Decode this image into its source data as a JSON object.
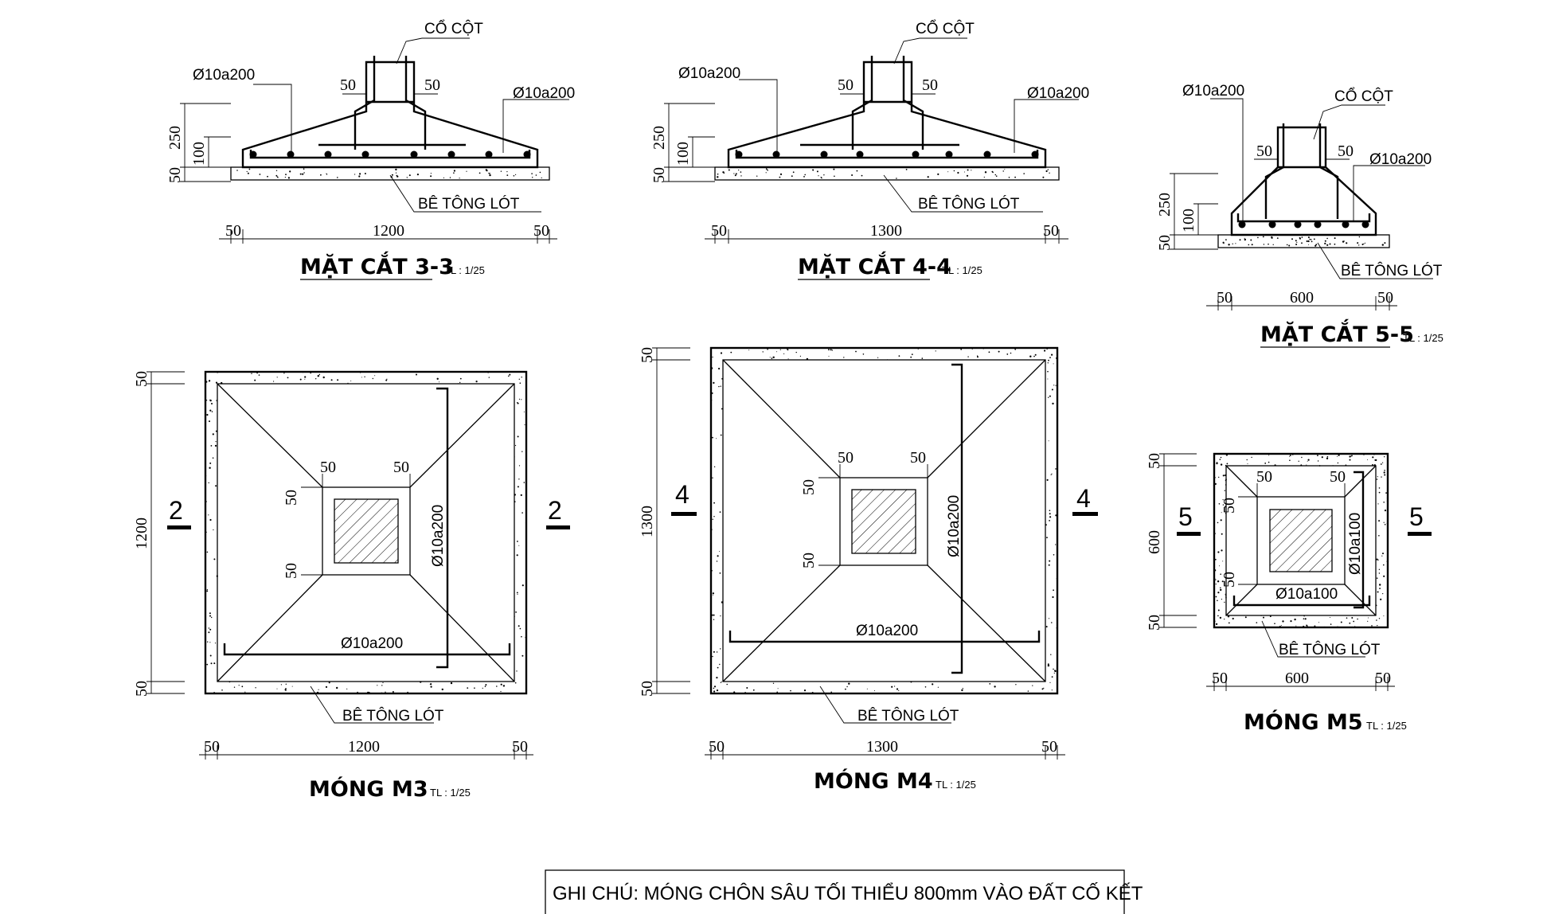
{
  "common": {
    "column_neck": "CỔ CỘT",
    "lean_concrete": "BÊ TÔNG LÓT",
    "scale": "TL : 1/25",
    "d50": "50",
    "d100": "100",
    "d250": "250"
  },
  "section_33": {
    "title": "MẶT CẮT 3-3",
    "width": "1200",
    "rebar_left": "Ø10a200",
    "rebar_right": "Ø10a200"
  },
  "section_44": {
    "title": "MẶT CẮT 4-4",
    "width": "1300",
    "rebar_left": "Ø10a200",
    "rebar_right": "Ø10a200"
  },
  "section_55": {
    "title": "MẶT CẮT 5-5",
    "width": "600",
    "rebar_left": "Ø10a200",
    "rebar_right": "Ø10a200"
  },
  "plan_m3": {
    "title": "MÓNG  M3",
    "size": "1200",
    "rebar_v": "Ø10a200",
    "rebar_h": "Ø10a200",
    "mark": "2"
  },
  "plan_m4": {
    "title": "MÓNG  M4",
    "size": "1300",
    "rebar_v": "Ø10a200",
    "rebar_h": "Ø10a200",
    "mark": "4"
  },
  "plan_m5": {
    "title": "MÓNG  M5",
    "size": "600",
    "rebar_v": "Ø10a100",
    "rebar_h": "Ø10a100",
    "mark": "5"
  },
  "note": "GHI CHÚ: MÓNG CHÔN SÂU TỐI THIỂU 800mm VÀO ĐẤT CỐ KẾT"
}
